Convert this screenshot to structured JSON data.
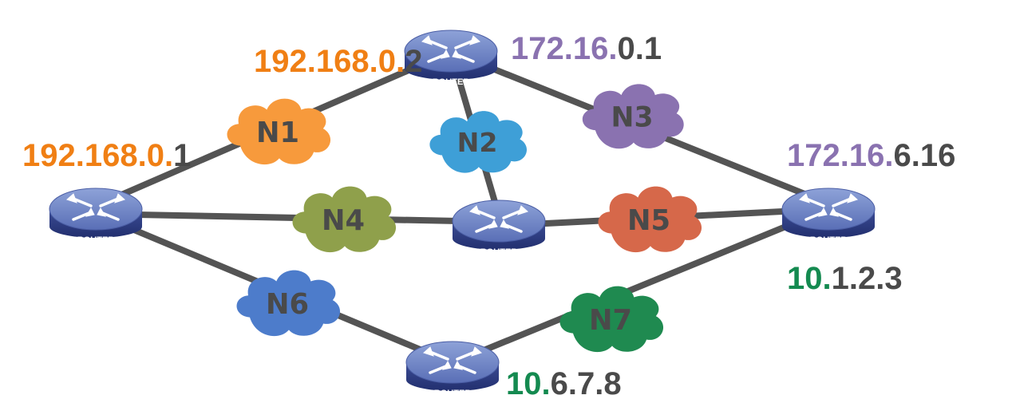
{
  "colors": {
    "link": "#545454",
    "router_top": "#6f86c6",
    "router_side": "#2f3f86",
    "router_arrow": "#ffffff",
    "host_part": "#4a4a4a"
  },
  "routers": [
    {
      "id": "r_left",
      "label": "ROUTER",
      "icon": "router-icon"
    },
    {
      "id": "r_top",
      "label": "ROUTER",
      "icon": "router-icon"
    },
    {
      "id": "r_mid",
      "label": "ROUTER",
      "icon": "router-icon"
    },
    {
      "id": "r_right",
      "label": "ROUTER",
      "icon": "router-icon"
    },
    {
      "id": "r_bottom",
      "label": "ROUTER",
      "icon": "router-icon"
    }
  ],
  "networks": [
    {
      "id": "N1",
      "label": "N1",
      "color": "#f79a3c"
    },
    {
      "id": "N2",
      "label": "N2",
      "color": "#3e9fd7"
    },
    {
      "id": "N3",
      "label": "N3",
      "color": "#8a72b0"
    },
    {
      "id": "N4",
      "label": "N4",
      "color": "#8fa04b"
    },
    {
      "id": "N5",
      "label": "N5",
      "color": "#d6684a"
    },
    {
      "id": "N6",
      "label": "N6",
      "color": "#4d7ccb"
    },
    {
      "id": "N7",
      "label": "N7",
      "color": "#1f8a50"
    }
  ],
  "addresses": [
    {
      "id": "addr_left",
      "net": "192.168.0.",
      "host": "1",
      "net_color": "#f07f14"
    },
    {
      "id": "addr_top_l",
      "net": "192.168.0.",
      "host": "2",
      "net_color": "#f07f14"
    },
    {
      "id": "addr_top_r",
      "net": "172.16.",
      "host": "0.1",
      "net_color": "#8a72b0"
    },
    {
      "id": "addr_right",
      "net": "172.16.",
      "host": "6.16",
      "net_color": "#8a72b0"
    },
    {
      "id": "addr_right2",
      "net": "10.",
      "host": "1.2.3",
      "net_color": "#148a50"
    },
    {
      "id": "addr_bottom",
      "net": "10.",
      "host": "6.7.8",
      "net_color": "#148a50"
    }
  ]
}
